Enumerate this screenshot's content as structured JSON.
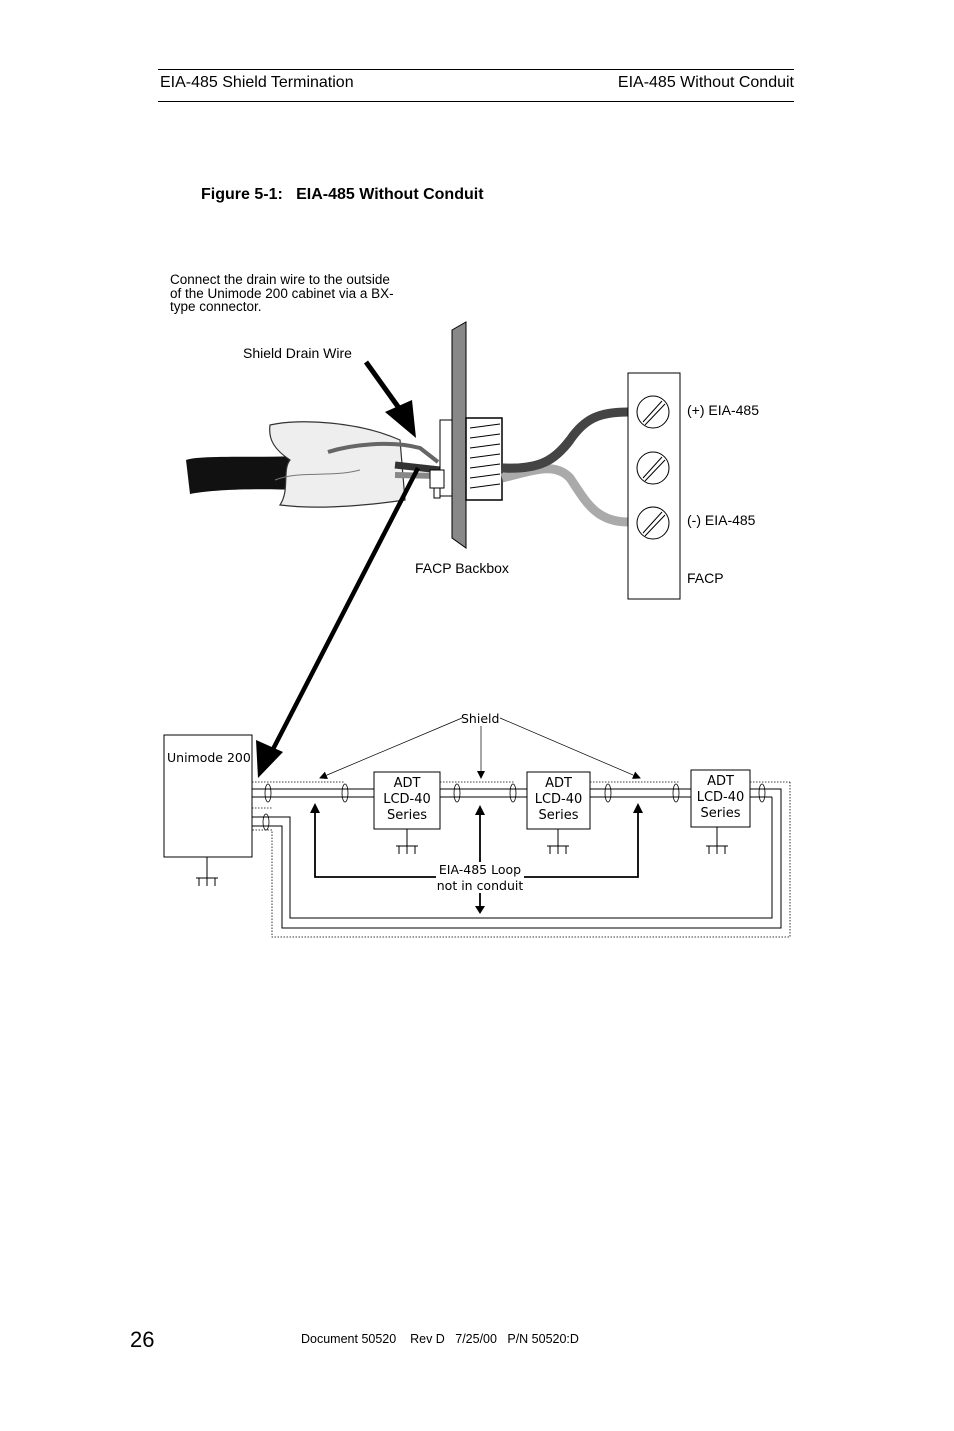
{
  "header": {
    "left": "EIA-485 Shield Termination",
    "right": "EIA-485 Without Conduit"
  },
  "figure": {
    "title": "Figure 5-1:   EIA-485 Without Conduit"
  },
  "upper_diagram": {
    "note_line1": "Connect the drain wire to the outside",
    "note_line2": "of the Unimode 200 cabinet via a BX-",
    "note_line3": "type connector.",
    "shield_drain_label": "Shield Drain Wire",
    "backbox_label": "FACP Backbox",
    "plus_label": "(+) EIA-485",
    "minus_label": "(-) EIA-485",
    "facp_label": "FACP"
  },
  "lower_diagram": {
    "panel_label": "Unimode 200",
    "shield_label": "Shield",
    "loop_line1": "EIA-485 Loop",
    "loop_line2": "not in conduit",
    "devices": [
      {
        "line1": "ADT",
        "line2": "LCD-40",
        "line3": "Series"
      },
      {
        "line1": "ADT",
        "line2": "LCD-40",
        "line3": "Series"
      },
      {
        "line1": "ADT",
        "line2": "LCD-40",
        "line3": "Series"
      }
    ]
  },
  "footer": {
    "page_number": "26",
    "document": "Document 50520    Rev D   7/25/00   P/N 50520:D"
  }
}
